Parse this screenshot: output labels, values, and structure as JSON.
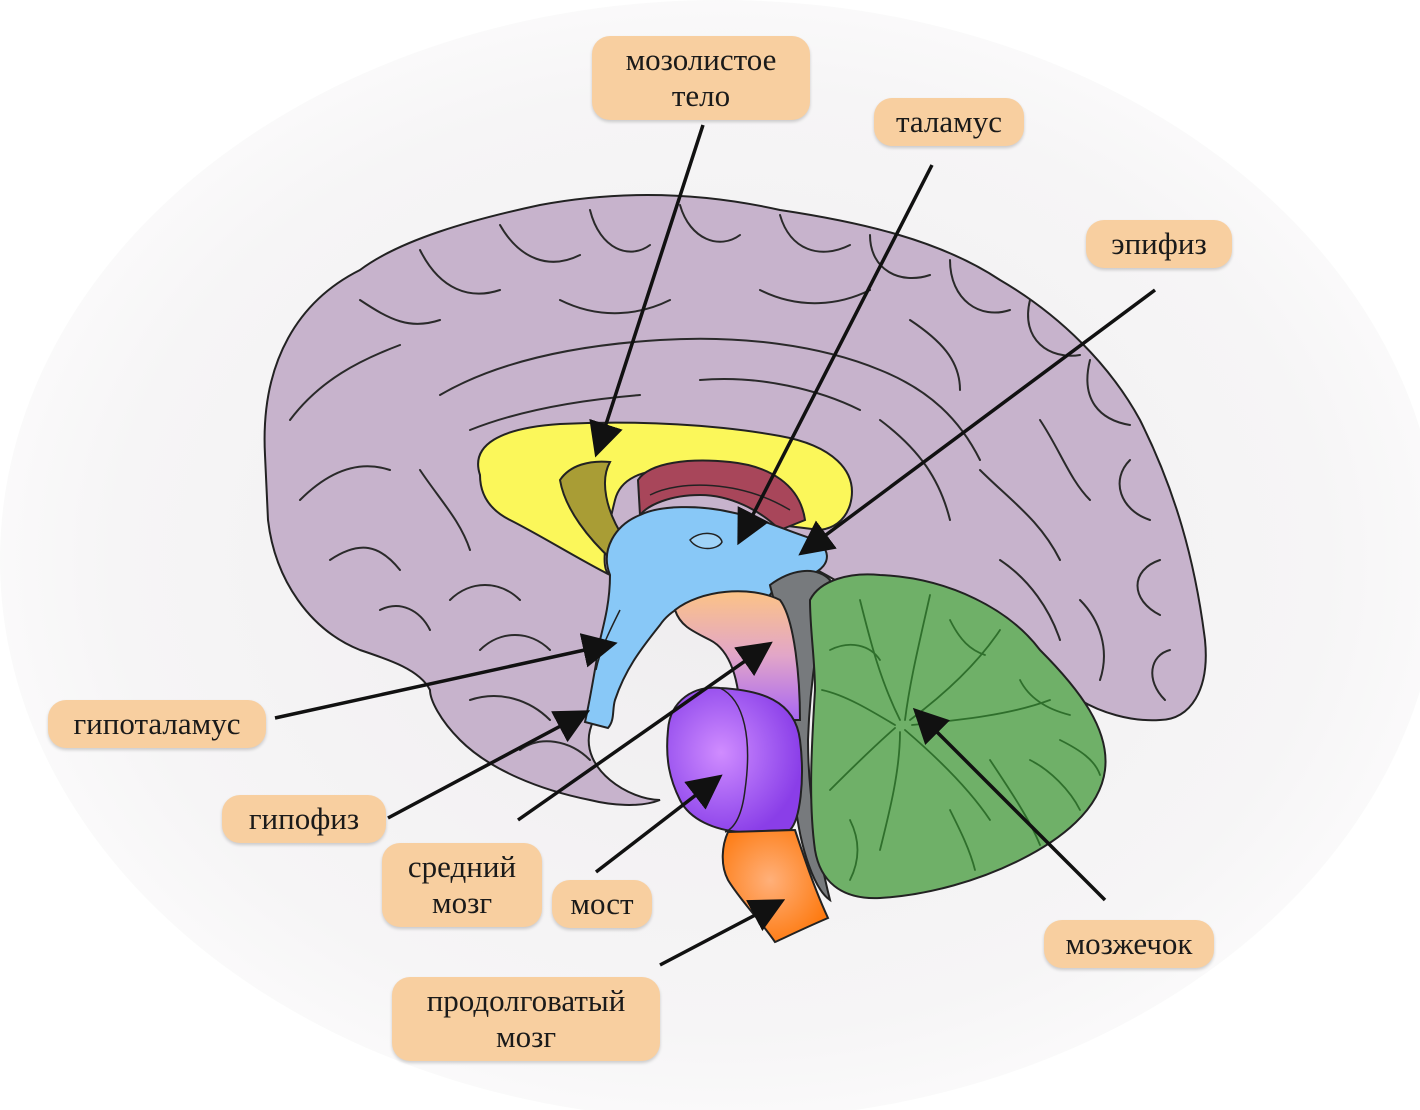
{
  "colors": {
    "cerebrum": "#c7b3cc",
    "cerebrum_shade": "#b7a0bd",
    "corpus_callosum": "#fbf75a",
    "fornix": "#a99d35",
    "ventricle": "#a8465a",
    "thalamus_blue": "#88c8f7",
    "midbrain": "#fcc386",
    "pons": "#a866f3",
    "medulla": "#fe8221",
    "fourth_ventricle": "#777a7d",
    "cerebellum": "#6fb068",
    "cerebellum_dark": "#3f8a3c",
    "label_bg": "#f8cfa0"
  },
  "labels": {
    "corpus_callosum": [
      "мозолистое",
      "тело"
    ],
    "thalamus": [
      "таламус"
    ],
    "epiphysis": [
      "эпифиз"
    ],
    "hypothalamus": [
      "гипоталамус"
    ],
    "hypophysis": [
      "гипофиз"
    ],
    "midbrain": [
      "средний",
      "мозг"
    ],
    "pons": [
      "мост"
    ],
    "medulla": [
      "продолговатый",
      "мозг"
    ],
    "cerebellum": [
      "мозжечок"
    ]
  }
}
